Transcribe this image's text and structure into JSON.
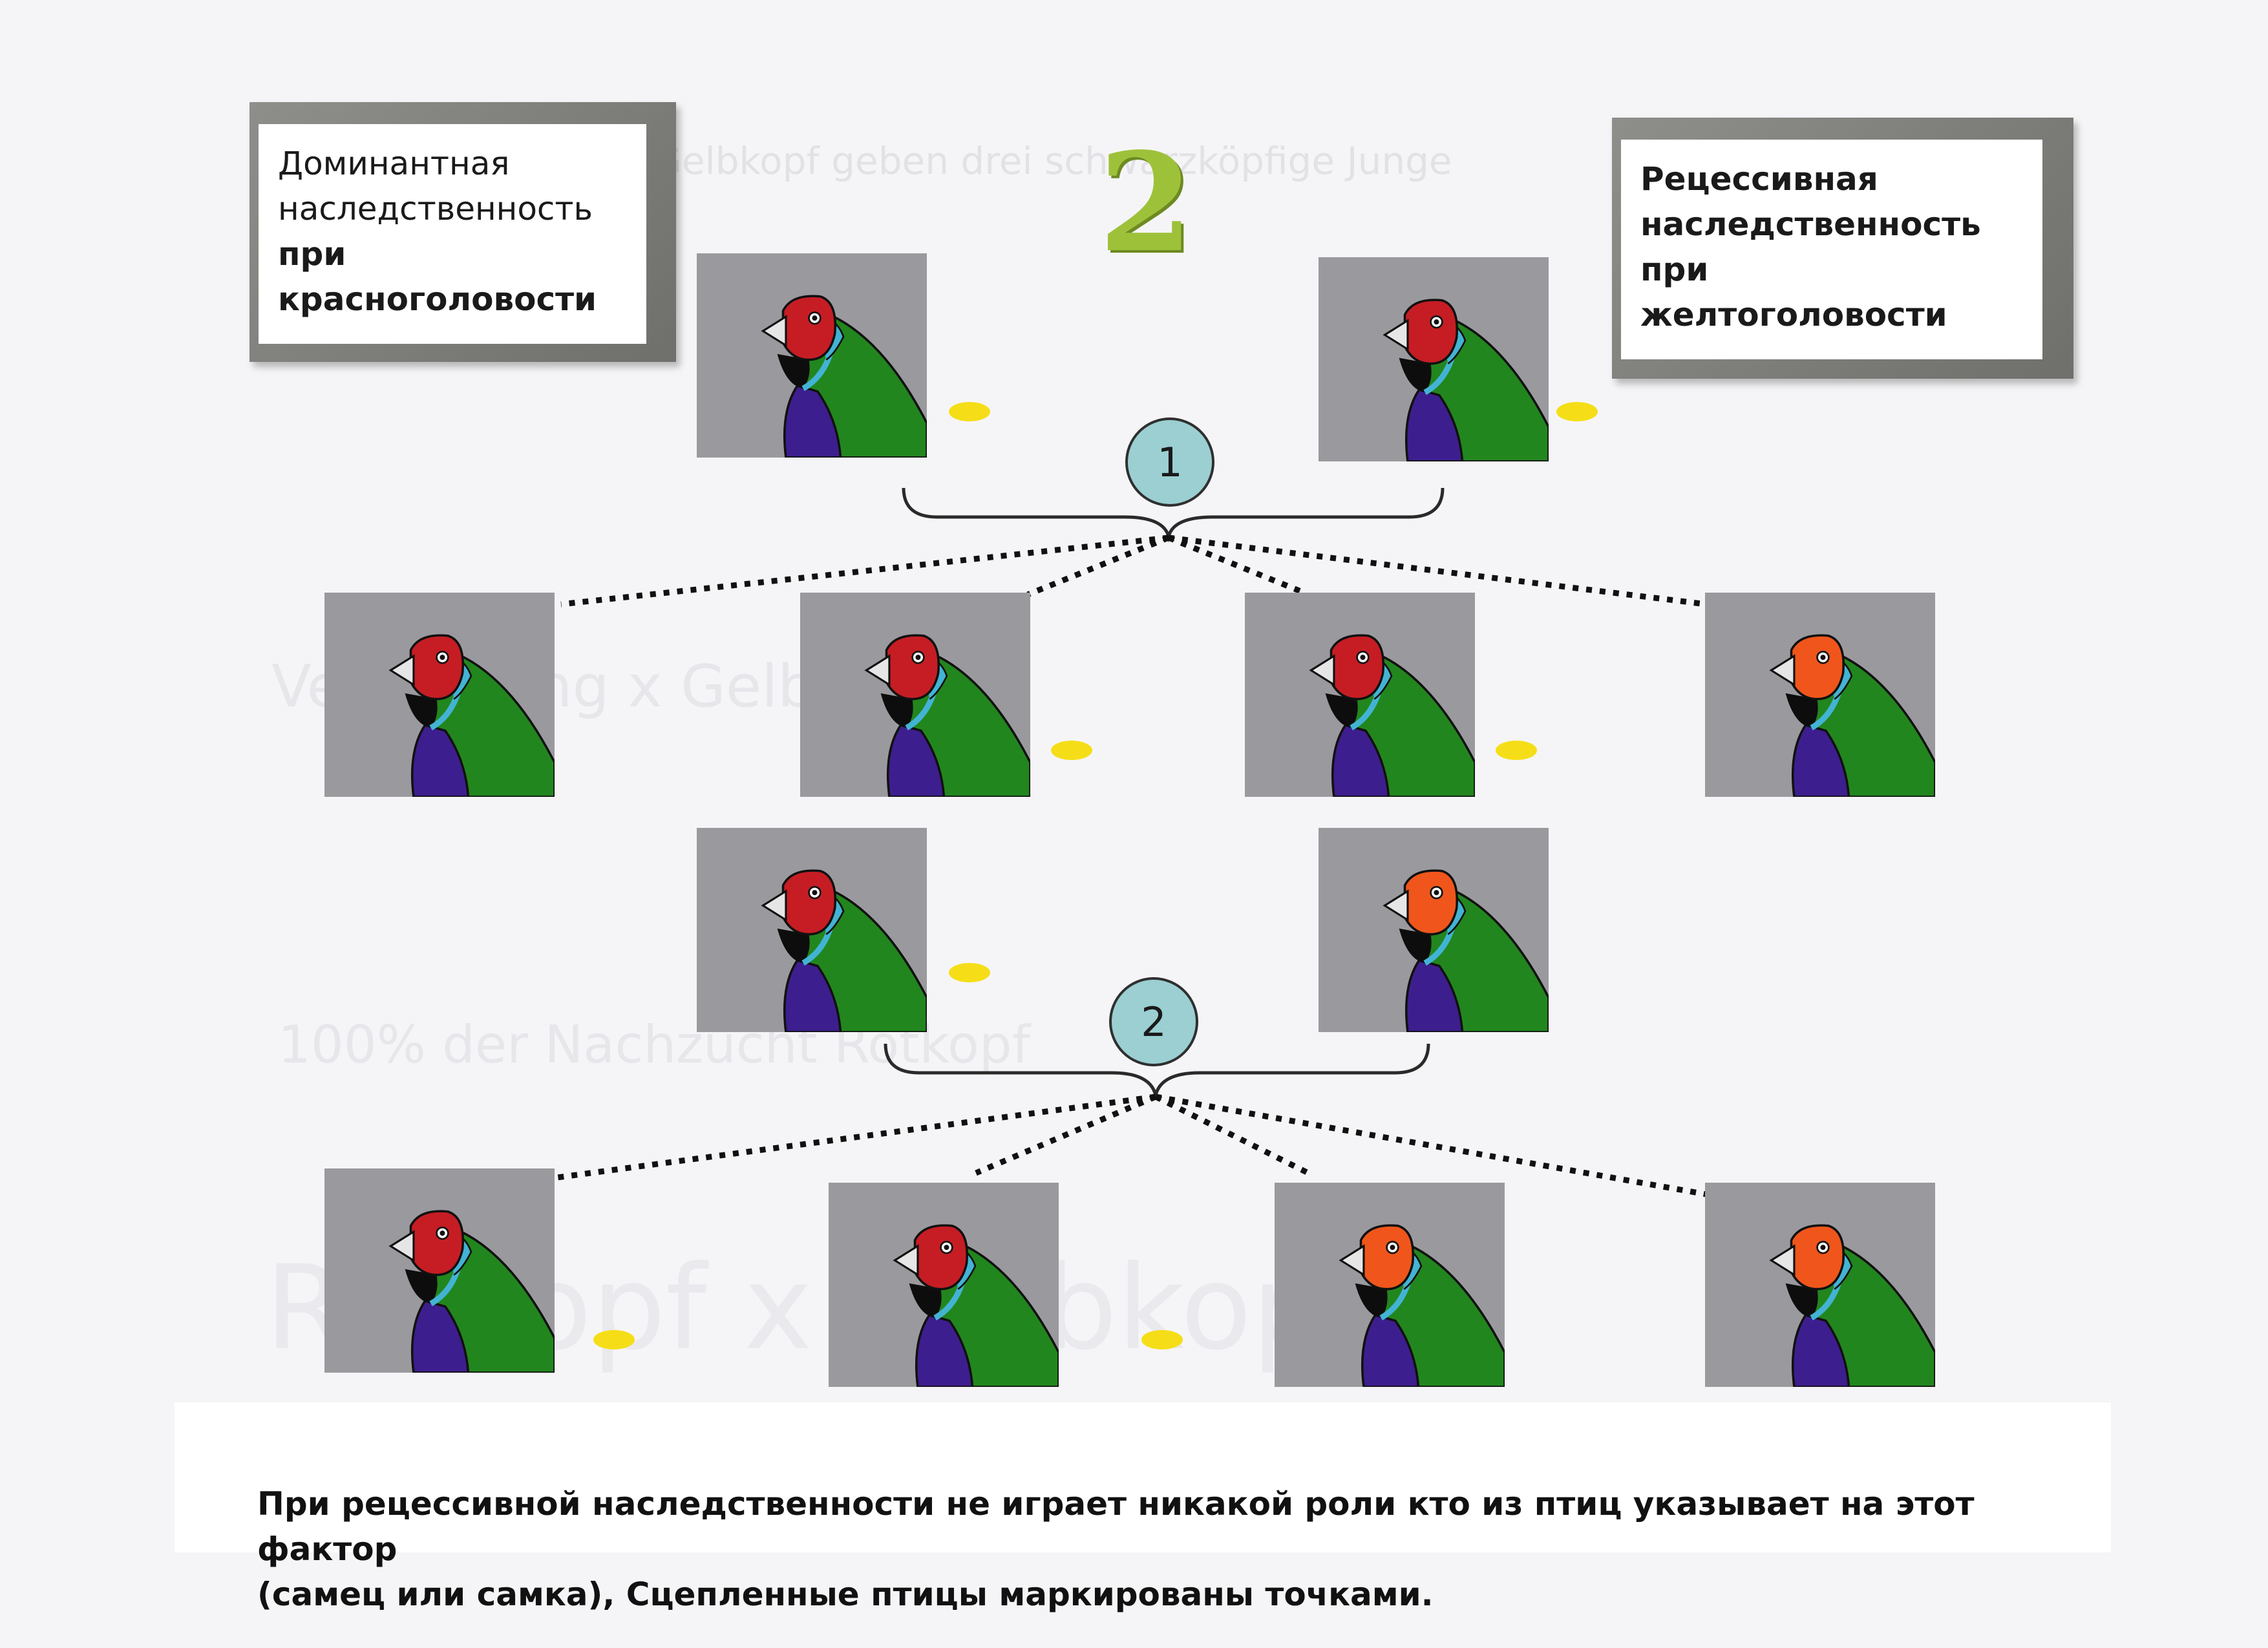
{
  "title_number": "2",
  "left_box": {
    "line1": "Доминантная",
    "line2": "наследственность",
    "line3": "при",
    "line4": "красноголовости"
  },
  "right_box": {
    "line1": "Рецессивная",
    "line2": "наследственность",
    "line3": "при",
    "line4": "желтоголовости"
  },
  "cross_labels": [
    "1",
    "2"
  ],
  "birds": {
    "generation1": [
      {
        "head": "red",
        "dot": true
      },
      {
        "head": "red",
        "dot": true
      }
    ],
    "offspring1": [
      {
        "head": "red",
        "dot": false
      },
      {
        "head": "red",
        "dot": true
      },
      {
        "head": "red",
        "dot": true
      },
      {
        "head": "orange",
        "dot": false
      }
    ],
    "generation2": [
      {
        "head": "red",
        "dot": true
      },
      {
        "head": "orange",
        "dot": false
      }
    ],
    "offspring2": [
      {
        "head": "red",
        "dot": true
      },
      {
        "head": "red",
        "dot": true
      },
      {
        "head": "orange",
        "dot": false
      },
      {
        "head": "orange",
        "dot": false
      }
    ]
  },
  "colors": {
    "red_head": "#c61d24",
    "orange_head": "#f0561b",
    "body_green": "#22861e",
    "chest_purple": "#3d1e8e",
    "collar_blue": "#43b3d4",
    "marker_dot": "#f5de17",
    "badge": "#9bcfd2"
  },
  "footer": {
    "line1": "При  рецессивной наследственности не играет никакой роли  кто из птиц  указывает на этот фактор",
    "line2": "(самец или самка), Сцепленные птицы маркированы точками."
  }
}
